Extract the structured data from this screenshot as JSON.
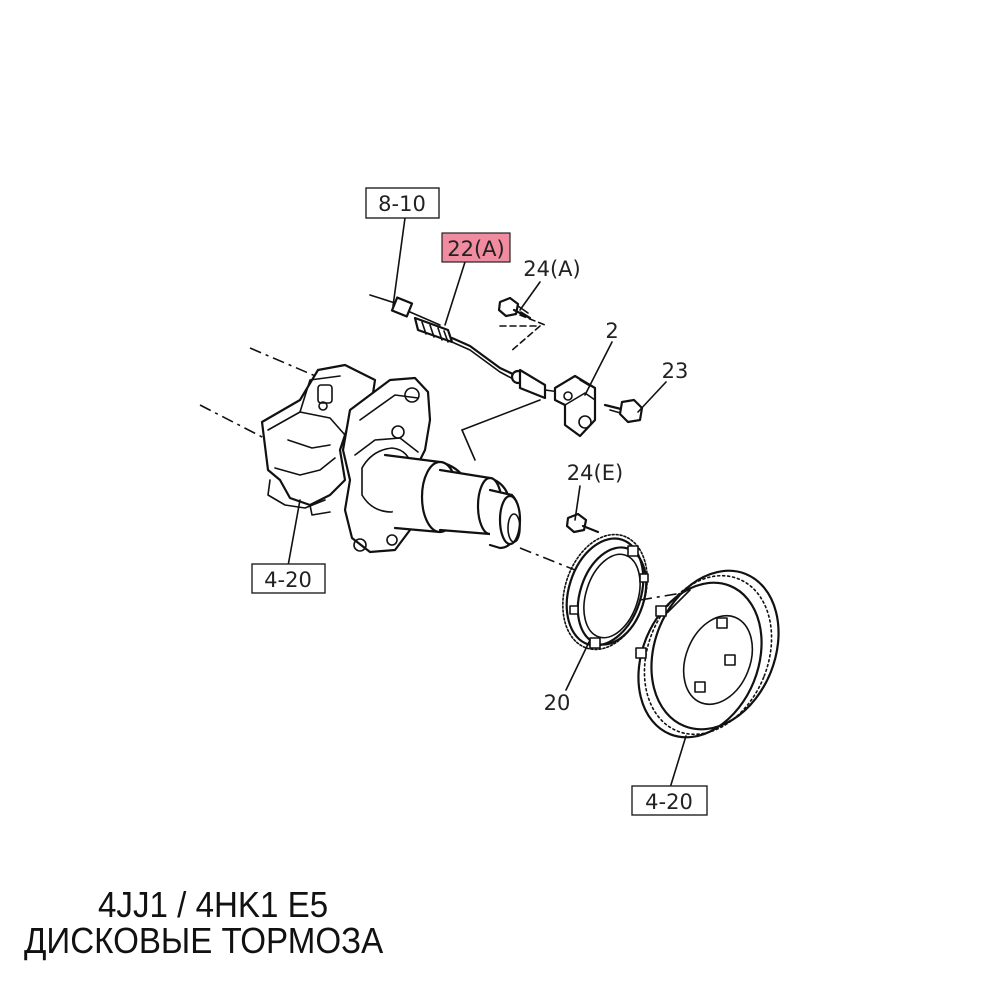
{
  "diagram": {
    "callouts": {
      "ref_8_10": "8-10",
      "part_22a": "22(A)",
      "part_24a": "24(A)",
      "part_2": "2",
      "part_23": "23",
      "part_24e": "24(E)",
      "ref_4_20_left": "4-20",
      "part_20": "20",
      "ref_4_20_right": "4-20"
    },
    "highlight_color": "#f08ba0"
  },
  "caption": {
    "line1": "4JJ1 / 4HK1 E5",
    "line2": "ДИСКОВЫЕ ТОРМОЗА"
  }
}
